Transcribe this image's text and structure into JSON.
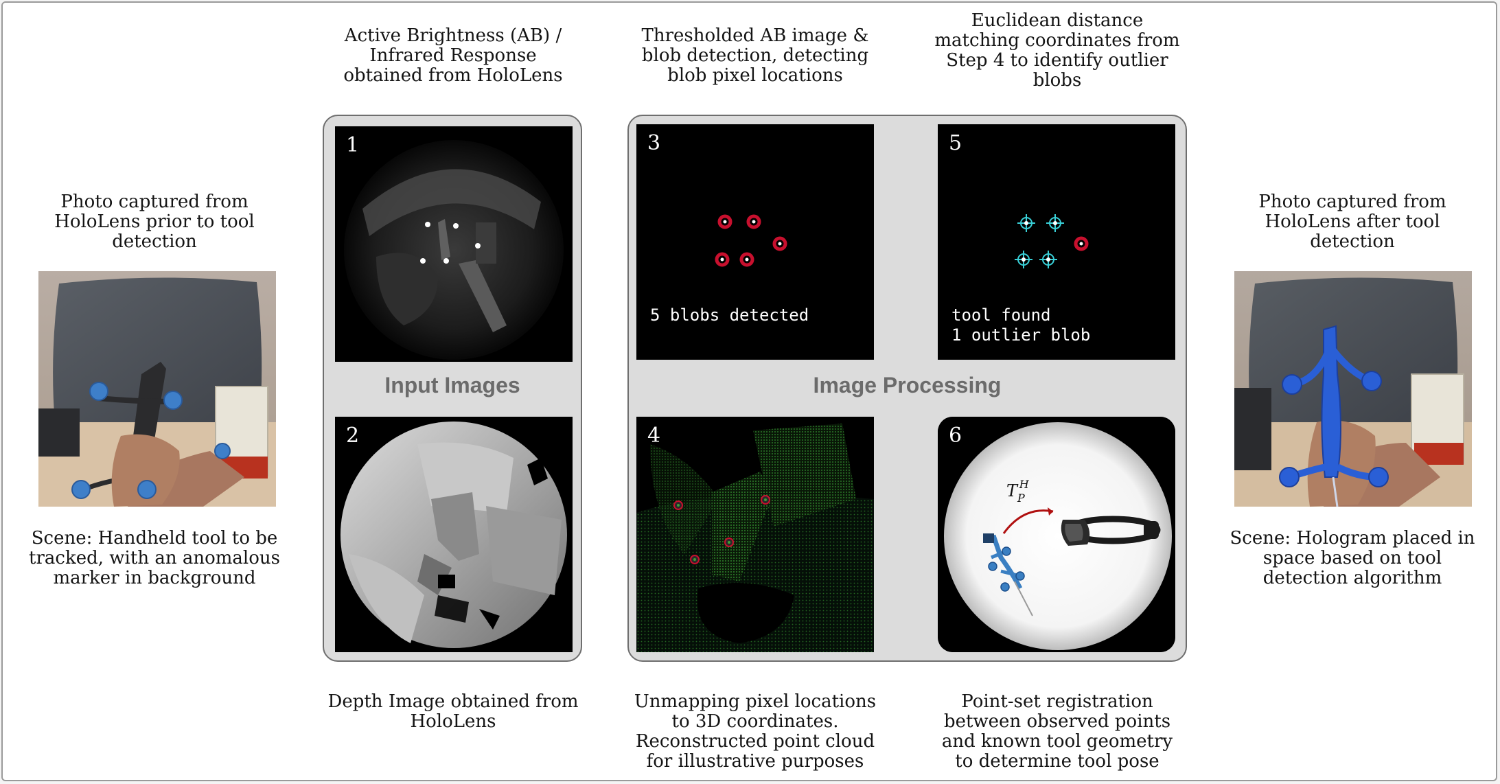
{
  "captions": {
    "left_top": "Photo captured from\nHoloLens prior to tool\ndetection",
    "left_bottom": "Scene: Handheld tool to be\ntracked, with an anomalous\nmarker in background",
    "right_top": "Photo captured from\nHoloLens after tool\ndetection",
    "right_bottom": "Scene: Hologram placed in\nspace based on tool\ndetection algorithm",
    "step1": "Active Brightness (AB) /\nInfrared Response\nobtained from HoloLens",
    "step2": "Depth Image obtained from\nHoloLens",
    "step3": "Thresholded AB image &\nblob detection, detecting\nblob pixel locations",
    "step4": "Unmapping pixel locations\nto 3D coordinates.\nReconstructed point cloud\nfor illustrative purposes",
    "step5": "Euclidean distance\nmatching coordinates from\nStep 4 to identify outlier\nblobs",
    "step6": "Point-set registration\nbetween observed points\nand known tool geometry\nto determine tool pose"
  },
  "panels": {
    "input_title": "Input Images",
    "processing_title": "Image Processing"
  },
  "tiles": {
    "t1": {
      "number": "1"
    },
    "t2": {
      "number": "2"
    },
    "t3": {
      "number": "3",
      "text": "5 blobs detected"
    },
    "t4": {
      "number": "4"
    },
    "t5": {
      "number": "5",
      "text_line1": "tool found",
      "text_line2": "1 outlier blob"
    },
    "t6": {
      "number": "6",
      "transform_main": "T",
      "transform_sub": "P",
      "transform_sup": "H"
    }
  },
  "colors": {
    "blob_red": "#c8102e",
    "marker_cyan": "#39d0d8",
    "pointcloud_green": "#2f8f2a",
    "tool_blue": "#2a5fd6",
    "arrow_red": "#b01010"
  }
}
